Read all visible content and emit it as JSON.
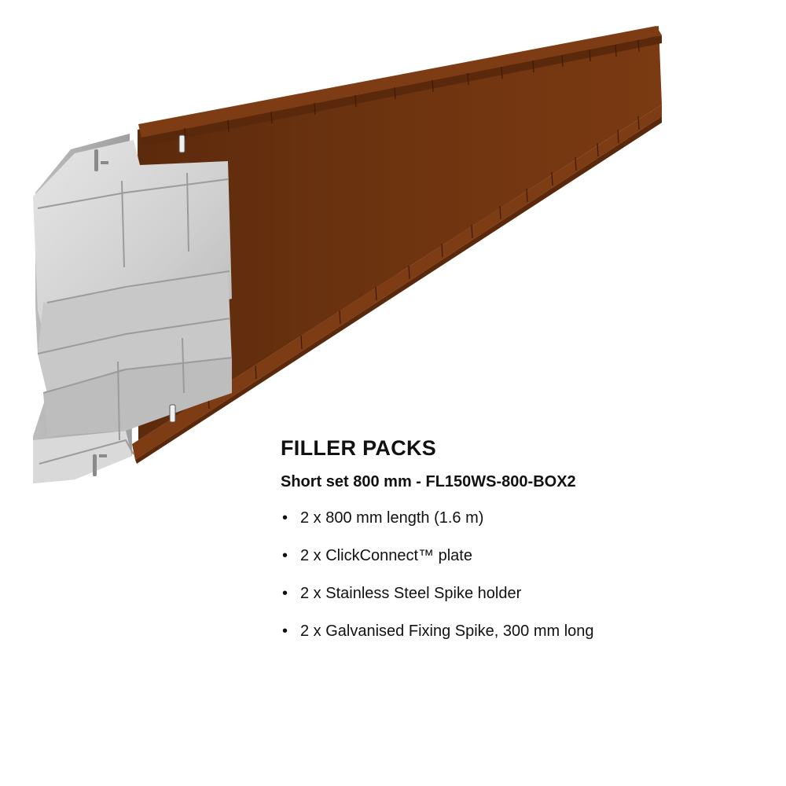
{
  "heading": "FILLER PACKS",
  "subheading": "Short set 800 mm - FL150WS-800-BOX2",
  "bullet_symbol": "•",
  "items": [
    "2 x 800 mm length (1.6 m)",
    "2 x ClickConnect™ plate",
    "2 x Stainless Steel Spike holder",
    "2 x Galvanised Fixing Spike, 300 mm long"
  ],
  "colors": {
    "edging_brown": "#6e3410",
    "edging_dark": "#4a2008",
    "bracket_silver": "#d2d2d2",
    "text": "#111111"
  },
  "product_image": {
    "description_icon": "corten-edging-with-galvanised-connector"
  }
}
